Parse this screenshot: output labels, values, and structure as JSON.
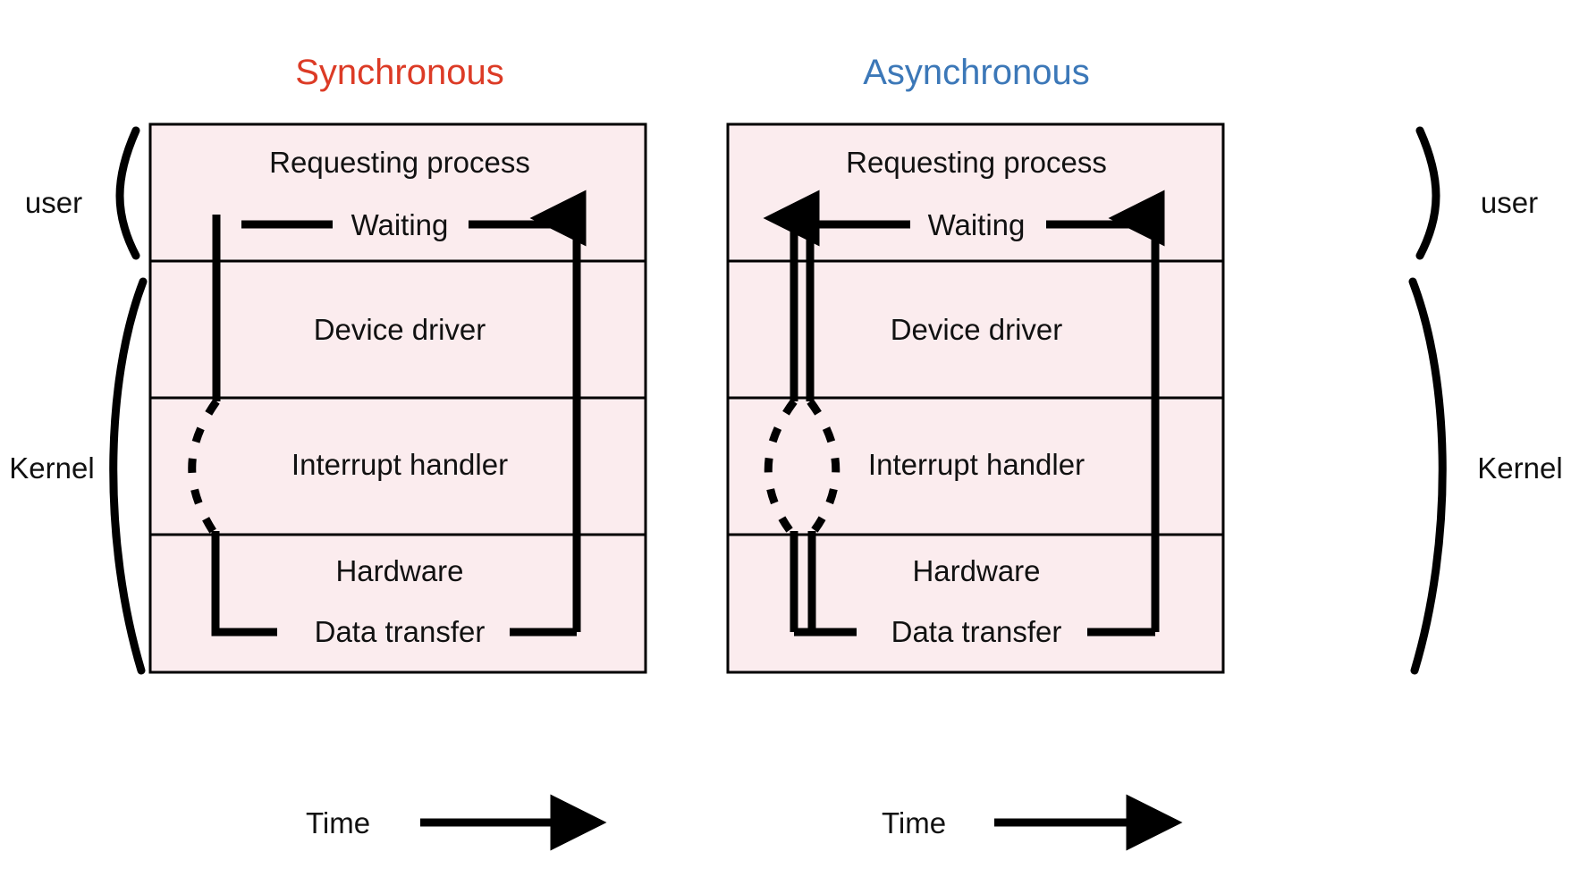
{
  "titles": {
    "left": "Synchronous",
    "right": "Asynchronous",
    "left_color": "#DC3B26",
    "right_color": "#3C78B8"
  },
  "side_labels": {
    "left_user": "user",
    "left_kernel": "Kernel",
    "right_user": "user",
    "right_kernel": "Kernel"
  },
  "bands": [
    "Requesting process",
    "Device driver",
    "Interrupt handler",
    "Hardware"
  ],
  "left_diagram": {
    "bands": [
      "Requesting process",
      "Device driver",
      "Interrupt handler",
      "Hardware"
    ],
    "waiting_label": "Waiting",
    "data_transfer_label": "Data transfer",
    "time_label": "Time"
  },
  "right_diagram": {
    "bands": [
      "Requesting process",
      "Device driver",
      "Interrupt handler",
      "Hardware"
    ],
    "waiting_label": "Waiting",
    "data_transfer_label": "Data transfer",
    "time_label": "Time"
  },
  "style": {
    "band_fill": "#FBECEE",
    "stroke": "#000000",
    "background": "#FFFFFF"
  }
}
